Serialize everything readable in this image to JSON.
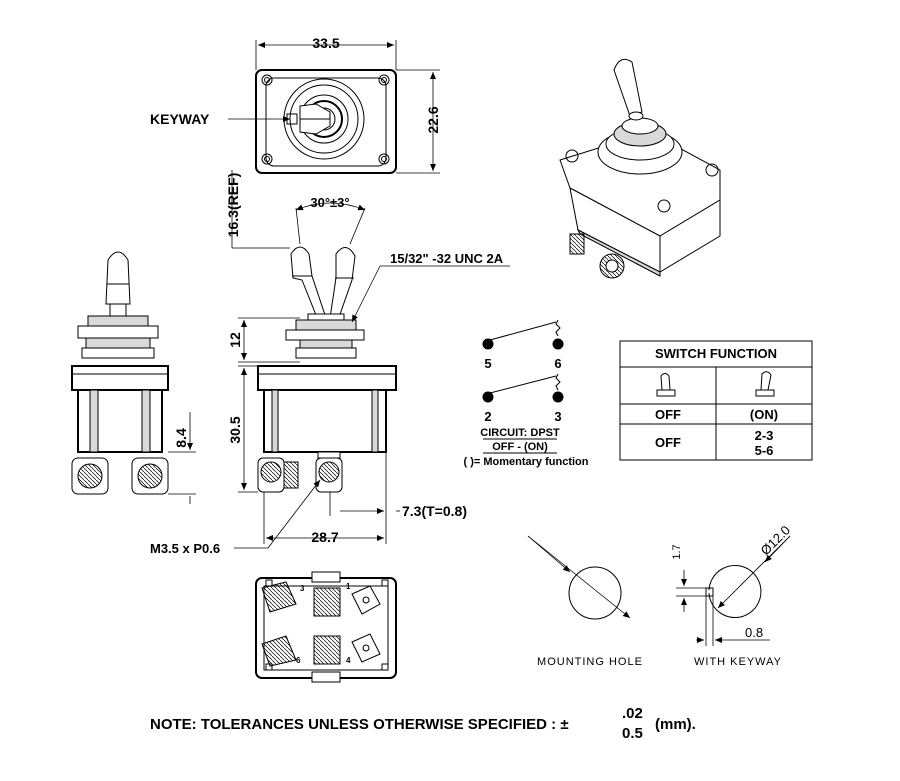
{
  "dimensions": {
    "width_top": "33.5",
    "height_top": "22.6",
    "keyway": "KEYWAY",
    "ref_height": "16.3(REF)",
    "angle": "30°±3°",
    "thread": "15/32\" -32 UNC 2A",
    "bushing": "12",
    "body_height": "30.5",
    "terminal_height": "8.4",
    "terminal_offset": "7.3(T=0.8)",
    "body_width": "28.7",
    "screw": "M3.5 x P0.6"
  },
  "circuit": {
    "terminals": [
      "5",
      "6",
      "2",
      "3"
    ],
    "type": "CIRCUIT: DPST",
    "positions": "OFF - (ON)",
    "legend": "( )= Momentary function"
  },
  "switch_function": {
    "title": "SWITCH FUNCTION",
    "row1": [
      "OFF",
      "(ON)"
    ],
    "row2_col1": "OFF",
    "row2_col2": [
      "2-3",
      "5-6"
    ]
  },
  "panel_cutout": {
    "diameter": "Ø12.0",
    "mounting_label": "MOUNTING HOLE",
    "keyway_width": "1.7",
    "keyway_depth": "0.8",
    "keyway_label": "WITH KEYWAY"
  },
  "bottom_terminals": [
    "3",
    "1",
    "6",
    "4"
  ],
  "note": {
    "text": "NOTE: TOLERANCES UNLESS OTHERWISE SPECIFIED : ±",
    "tol_top": ".02",
    "tol_bottom": "0.5",
    "unit": "(mm)."
  }
}
